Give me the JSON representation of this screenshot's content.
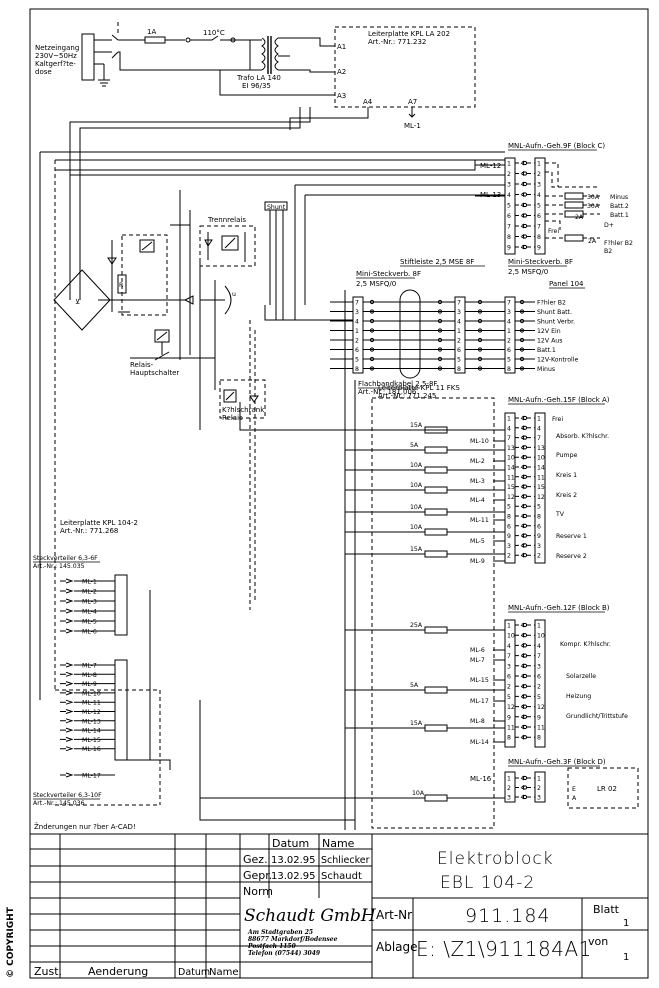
{
  "power_input": {
    "label": "Netzeingang\n230V~50Hz\nKaltgerf?te-\ndose"
  },
  "fuse_main": "1A",
  "thermo": "110°C",
  "transformer": {
    "name": "Trafo LA 140",
    "type": "EI 96/35"
  },
  "board_la202": {
    "title": "Leiterplatte KPL LA 202",
    "art": "Art.-Nr.: 771.232",
    "pins": [
      "A1",
      "A2",
      "A3",
      "A4",
      "A7"
    ],
    "ml": "ML-1"
  },
  "block_c": {
    "title": "MNL-Aufn.-Geh.9F (Block C)",
    "ml_labels": [
      "ML-12",
      "ML-13"
    ],
    "pins_left": [
      "1",
      "2",
      "3",
      "4",
      "5",
      "6",
      "7",
      "8",
      "9"
    ],
    "pins_right": [
      "1",
      "2",
      "3",
      "4",
      "5",
      "6",
      "7",
      "8",
      "9"
    ],
    "fuses": [
      "30A",
      "30A",
      "2A",
      "2A"
    ],
    "signals": [
      "Minus",
      "Batt.2",
      "Batt.1",
      "D+",
      "Frei",
      "F?hler B2"
    ]
  },
  "shunt": "Shunt",
  "trennrelais": "Trennrelais",
  "stiftleiste": "Stiftleiste 2,5 MSE 8F",
  "mini_left": {
    "title": "Mini-Steckverb. 8F",
    "sub": "2,5 MSFQ/0",
    "pins": [
      "7",
      "3",
      "4",
      "1",
      "2",
      "6",
      "5",
      "8"
    ]
  },
  "mini_mid_pins": [
    "7",
    "3",
    "4",
    "1",
    "2",
    "6",
    "5",
    "8"
  ],
  "mini_right": {
    "title": "Mini-Steckverb. 8F",
    "sub": "2,5 MSFQ/0",
    "pins": [
      "7",
      "3",
      "4",
      "1",
      "2",
      "6",
      "5",
      "8"
    ]
  },
  "panel104": {
    "title": "Panel 104",
    "signals": [
      "F?hler B2",
      "Shunt Batt.",
      "Shunt Verbr.",
      "12V Ein",
      "12V Aus",
      "Batt.1",
      "12V-Kontrolle",
      "Minus"
    ]
  },
  "flachband": {
    "title": "Flachbandkabel 2,5-8F",
    "art": "Art.-Nr.: 181.006"
  },
  "relais_haupt": "Relais-\nHauptschalter",
  "kuehl_relais": "K?hlschrank\nRelais",
  "board_11fks": {
    "title": "Leiterplatte KPL 11 FKS",
    "art": "Art.-Nr.: 771.245"
  },
  "block_a": {
    "title": "MNL-Aufn.-Geh.15F (Block A)",
    "fuses": [
      "15A",
      "5A",
      "10A",
      "10A",
      "10A",
      "10A",
      "15A"
    ],
    "ml_labels": [
      "ML-10",
      "ML-2",
      "ML-3",
      "ML-4",
      "ML-11",
      "ML-5",
      "ML-9"
    ],
    "pins": [
      "1",
      "4",
      "7",
      "13",
      "10",
      "14",
      "11",
      "15",
      "12",
      "5",
      "8",
      "6",
      "9",
      "3",
      "2"
    ],
    "signals": [
      "Frei",
      "Absorb. K?hlschr.",
      "Pumpe",
      "Kreis 1",
      "Kreis 2",
      "TV",
      "Reserve 1",
      "Reserve 2"
    ]
  },
  "block_b": {
    "title": "MNL-Aufn.-Geh.12F (Block B)",
    "fuses": [
      "25A",
      "5A",
      "15A"
    ],
    "ml_labels": [
      "ML-6",
      "ML-7",
      "ML-15",
      "ML-17",
      "ML-8",
      "ML-14"
    ],
    "pins": [
      "1",
      "10",
      "4",
      "7",
      "3",
      "6",
      "2",
      "5",
      "12",
      "9",
      "11",
      "8"
    ],
    "signals": [
      "Kompr. K?hlschr.",
      "Solarzelle",
      "Heizung",
      "Grundlicht/Trittstufe"
    ]
  },
  "block_d": {
    "title": "MNL-Aufn.-Geh.3F (Block D)",
    "fuse": "10A",
    "ml_labels": [
      "ML-16"
    ],
    "pins": [
      "1",
      "2",
      "3"
    ],
    "signals": [
      "E",
      "A"
    ],
    "device": "LR 02"
  },
  "board_104_2": {
    "title": "Leiterplatte KPL 104-2",
    "art": "Art.-Nr.: 771.268"
  },
  "steckverteiler_6f": {
    "title": "Steckverteiler 6,3-6F",
    "art": "Art.-Nr.: 145.035",
    "items": [
      "ML-1",
      "ML-2",
      "ML-3",
      "ML-4",
      "ML-5",
      "ML-6"
    ]
  },
  "steckverteiler_10f": {
    "title": "Steckverteiler 6,3-10F",
    "art": "Art.-Nr.: 145.036",
    "items": [
      "ML-7",
      "ML-8",
      "ML-9",
      "ML-10",
      "ML-11",
      "ML-12",
      "ML-13",
      "ML-14",
      "ML-15",
      "ML-16",
      "ML-17"
    ]
  },
  "note": "Žnderungen nur ?ber A-CAD!",
  "title_block": {
    "col_datum": "Datum",
    "col_name": "Name",
    "gez_label": "Gez.",
    "gez_date": "13.02.95",
    "gez_name": "Schliecker",
    "gepr_label": "Gepr.",
    "gepr_date": "13.02.95",
    "gepr_name": "Schaudt",
    "norm_label": "Norm",
    "title1": "Elektroblock",
    "title2": "EBL 104-2",
    "company": "Schaudt GmbH",
    "addr1": "Am Stadtgraben 25",
    "addr2": "88677 Markdorf/Bodensee",
    "addr3": "Postfach 1150",
    "addr4": "Telefon (07544) 3049",
    "artnr_label": "Art-Nr",
    "artnr": "911.184",
    "blatt_label": "Blatt",
    "blatt": "1",
    "ablage_label": "Ablage",
    "ablage": "E: \\Z1\\911184A1",
    "von_label": "von",
    "von": "1",
    "zust": "Zust.",
    "aenderung": "Aenderung",
    "datum2": "Datum",
    "name2": "Name"
  },
  "copyright": "© COPYRIGHT"
}
